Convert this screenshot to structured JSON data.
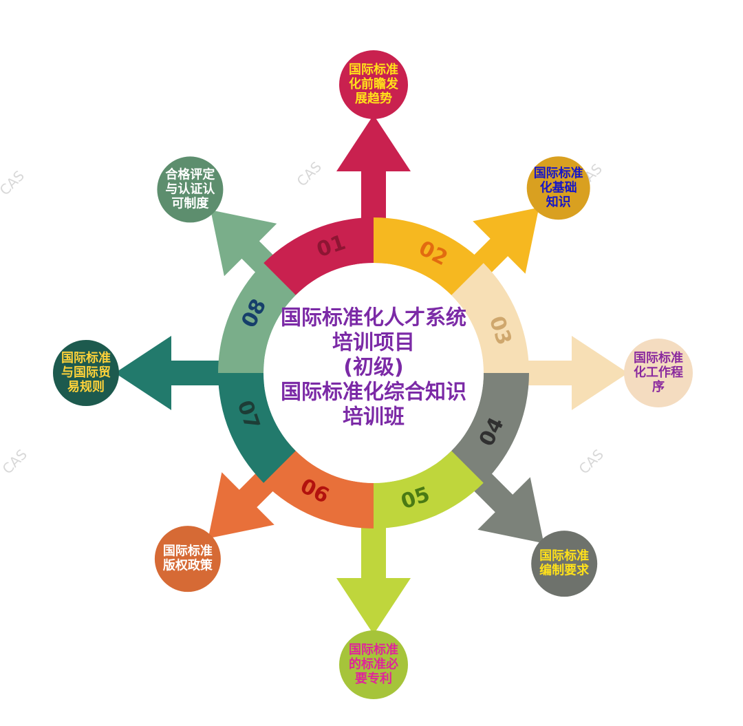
{
  "center": {
    "lines": [
      "国际标准化人才系统",
      "培训项目",
      "(初级)",
      "国际标准化综合知识",
      "培训班"
    ],
    "color": "#7b2aa6"
  },
  "watermark": "CAS",
  "modules": [
    {
      "number": "01",
      "label": [
        "国际标准",
        "化前瞻发",
        "展趋势"
      ],
      "color": "#c9214f",
      "num_color": "#8e1533",
      "node_color": "#c9214f",
      "text_color": "#ffe11a"
    },
    {
      "number": "02",
      "label": [
        "国际标准",
        "化基础",
        "知识"
      ],
      "color": "#f6b820",
      "num_color": "#e26b10",
      "node_color": "#d9a020",
      "text_color": "#1515c8"
    },
    {
      "number": "03",
      "label": [
        "国际标准",
        "化工作程",
        "序"
      ],
      "color": "#f7dfb5",
      "num_color": "#cfa76d",
      "node_color": "#f4dcc0",
      "text_color": "#8a2a9e"
    },
    {
      "number": "04",
      "label": [
        "国际标准",
        "编制要求"
      ],
      "color": "#7c827a",
      "num_color": "#303030",
      "node_color": "#6e726c",
      "text_color": "#ffe11a"
    },
    {
      "number": "05",
      "label": [
        "国际标准",
        "的标准必",
        "要专利"
      ],
      "color": "#bfd63c",
      "num_color": "#4a7a14",
      "node_color": "#a6c43a",
      "text_color": "#e0249a"
    },
    {
      "number": "06",
      "label": [
        "国际标准",
        "版权政策"
      ],
      "color": "#e8703a",
      "num_color": "#b2120e",
      "node_color": "#d66a35",
      "text_color": "#ffffff"
    },
    {
      "number": "07",
      "label": [
        "国际标准",
        "与国际贸",
        "易规则"
      ],
      "color": "#227a6c",
      "num_color": "#1d3d36",
      "node_color": "#1d5a4e",
      "text_color": "#ffd23a"
    },
    {
      "number": "08",
      "label": [
        "合格评定",
        "与认证认",
        "可制度"
      ],
      "color": "#7aae8a",
      "num_color": "#163f6b",
      "node_color": "#5d8e6e",
      "text_color": "#ffffff"
    }
  ]
}
